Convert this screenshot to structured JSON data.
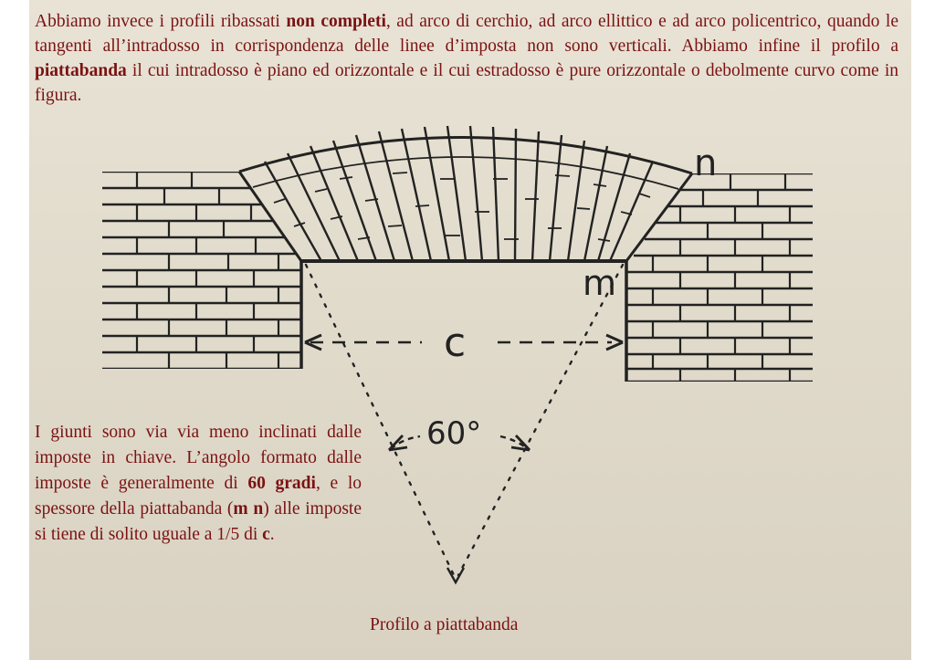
{
  "intro": {
    "t1": "Abbiamo invece i profili ribassati ",
    "b1": "non completi",
    "t2": ", ad arco di cerchio, ad arco ellittico e ad arco policentrico, quando le tangenti all’intradosso in corrispondenza delle linee d’imposta non sono verticali. Abbiamo infine il profilo a ",
    "b2": "piattabanda",
    "t3": " il cui intradosso è piano ed orizzontale e il cui estradosso è pure orizzontale o debolmente curvo come in figura."
  },
  "side": {
    "t1": "I giunti sono via via meno inclinati dalle imposte in chiave. L’angolo formato dalle imposte è generalmente di ",
    "b1": "60 gradi",
    "t2": ", e lo spessore della piattabanda (",
    "b2": "m n",
    "t3": ") alle imposte si tiene di solito uguale a 1/5 di ",
    "b3": "c",
    "t4": "."
  },
  "figure": {
    "label_n": "n",
    "label_m": "m",
    "label_c": "c",
    "label_angle": "60°"
  },
  "caption": "Profilo a piattabanda",
  "colors": {
    "text": "#7a1212",
    "ink": "#222222",
    "paper": "#e4ddd0"
  }
}
